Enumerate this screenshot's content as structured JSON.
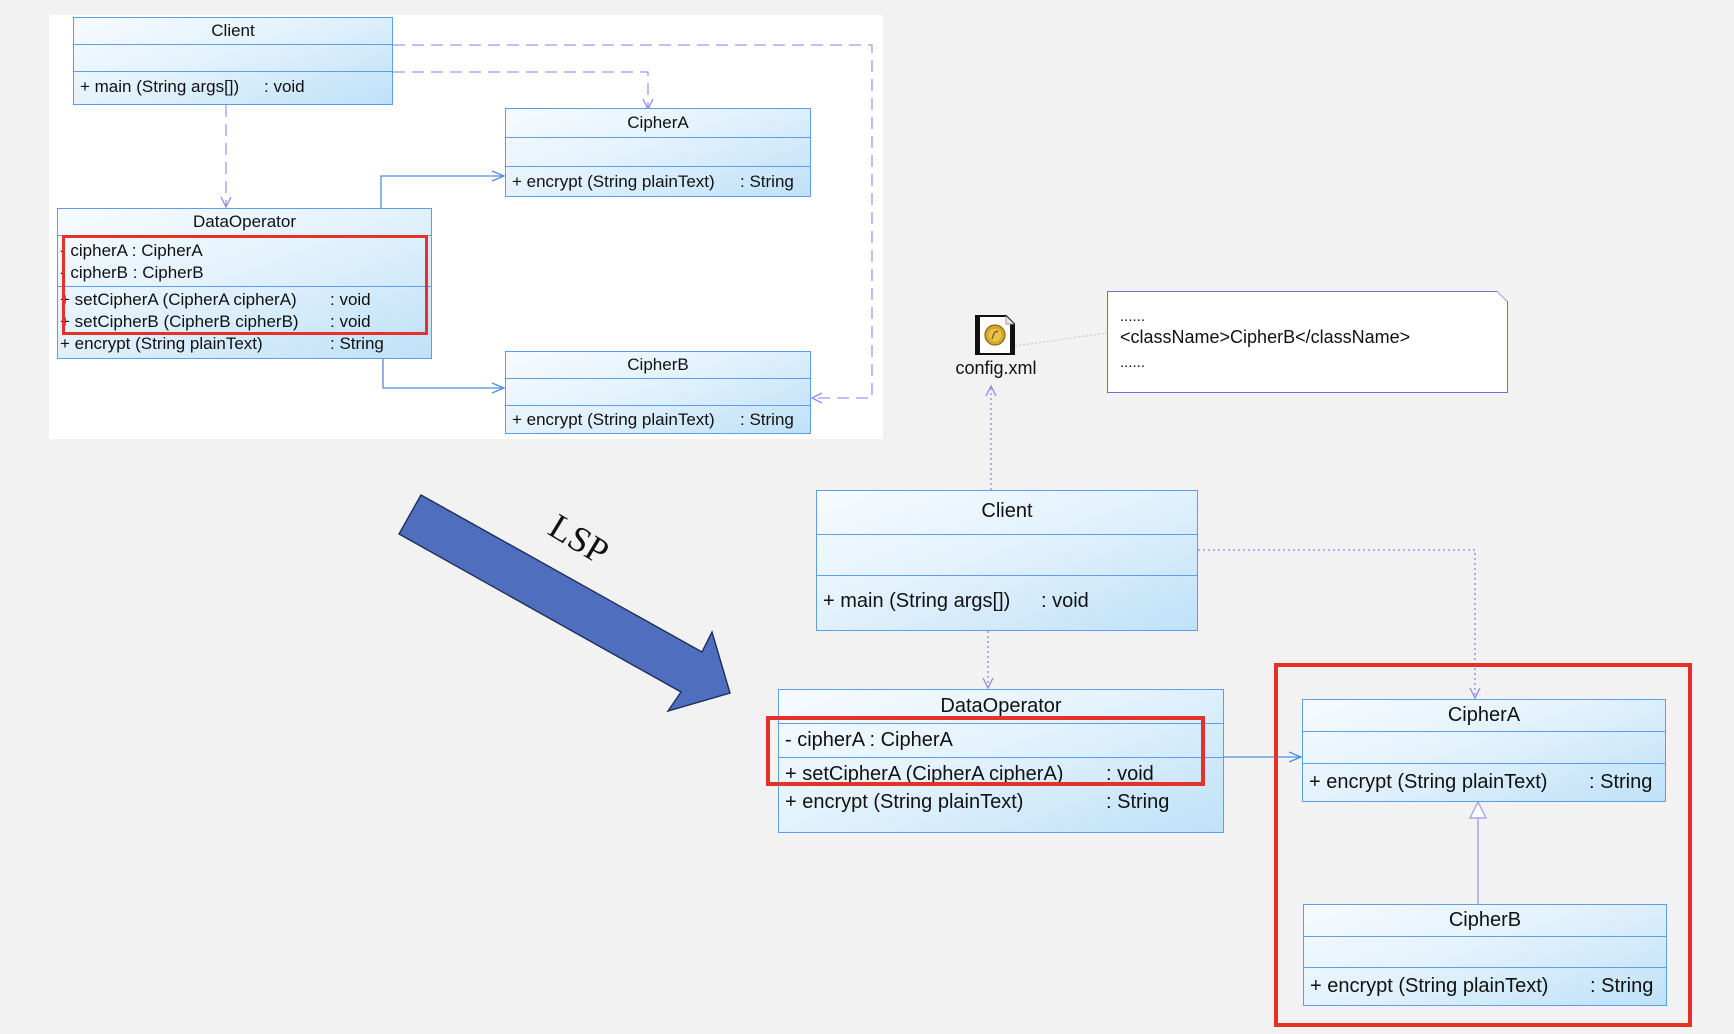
{
  "theme": {
    "background": "#f2f2f2",
    "class_border": "#5e9ee6",
    "class_fill_light": "#f7fbff",
    "class_fill_dark": "#bfe1f8",
    "dependency_line": "#8c8cf0",
    "association_line": "#4f8ee0",
    "highlight": "#e53228",
    "transform_arrow_fill": "#4f6fbe",
    "transform_arrow_stroke": "#1f2d5a",
    "note_border": "#6f6fd6"
  },
  "before": {
    "client": {
      "name": "Client",
      "methods": [
        {
          "sig": "+  main (String args[])",
          "ret": ": void"
        }
      ]
    },
    "data_operator": {
      "name": "DataOperator",
      "attributes": [
        "-  cipherA  : CipherA",
        "-  cipherB  : CipherB"
      ],
      "methods": [
        {
          "sig": "+ setCipherA (CipherA cipherA)",
          "ret": ": void"
        },
        {
          "sig": "+ setCipherB (CipherB cipherB)",
          "ret": ": void"
        },
        {
          "sig": "+ encrypt (String plainText)",
          "ret": ": String"
        }
      ]
    },
    "cipher_a": {
      "name": "CipherA",
      "methods": [
        {
          "sig": "+  encrypt (String plainText)",
          "ret": ": String"
        }
      ]
    },
    "cipher_b": {
      "name": "CipherB",
      "methods": [
        {
          "sig": "+  encrypt (String plainText)",
          "ret": ": String"
        }
      ]
    }
  },
  "transform": {
    "label": "LSP"
  },
  "after": {
    "config_file": {
      "icon": "xml-file-icon",
      "label": "config.xml"
    },
    "note": {
      "lines": [
        "......",
        "<className>CipherB</className>",
        "......"
      ]
    },
    "client": {
      "name": "Client",
      "methods": [
        {
          "sig": "+  main (String args[])",
          "ret": ": void"
        }
      ]
    },
    "data_operator": {
      "name": "DataOperator",
      "attributes": [
        "-  cipherA  : CipherA"
      ],
      "methods": [
        {
          "sig": "+  setCipherA (CipherA cipherA)",
          "ret": ": void"
        },
        {
          "sig": "+  encrypt (String plainText)",
          "ret": ": String"
        }
      ]
    },
    "cipher_a": {
      "name": "CipherA",
      "methods": [
        {
          "sig": "+  encrypt (String plainText)",
          "ret": ": String"
        }
      ]
    },
    "cipher_b": {
      "name": "CipherB",
      "methods": [
        {
          "sig": "+  encrypt (String plainText)",
          "ret": ": String"
        }
      ]
    }
  }
}
